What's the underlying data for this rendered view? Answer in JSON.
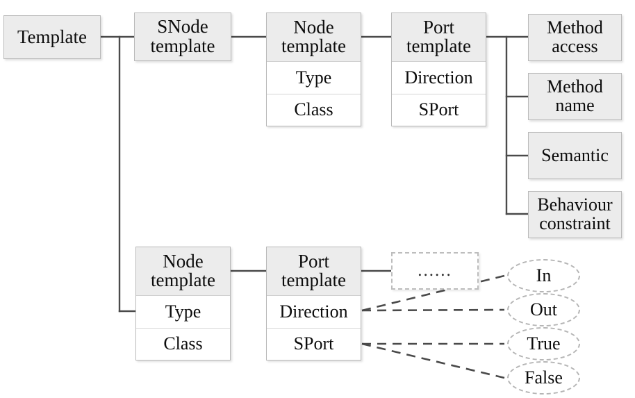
{
  "diagram": {
    "title": "Template structure tree",
    "colors": {
      "box_fill": "#ececec",
      "cell_fill": "#ffffff",
      "border": "#b9b9b9",
      "line": "#4a4a4a",
      "dashed": "#bdbdbd",
      "text": "#0c0c0c"
    },
    "root": {
      "label": "Template"
    },
    "snode": {
      "label": "SNode\ntemplate"
    },
    "node_template_top": {
      "header": "Node\ntemplate",
      "rows": [
        "Type",
        "Class"
      ]
    },
    "port_template_top": {
      "header": "Port\ntemplate",
      "rows": [
        "Direction",
        "SPort"
      ]
    },
    "attributes": [
      {
        "label": "Method\naccess"
      },
      {
        "label": "Method\nname"
      },
      {
        "label": "Semantic"
      },
      {
        "label": "Behaviour\nconstraint"
      }
    ],
    "node_template_bottom": {
      "header": "Node\ntemplate",
      "rows": [
        "Type",
        "Class"
      ]
    },
    "port_template_bottom": {
      "header": "Port\ntemplate",
      "rows": [
        "Direction",
        "SPort"
      ]
    },
    "ellipsis_box": {
      "label": "......"
    },
    "values": [
      {
        "label": "In",
        "from": "Direction"
      },
      {
        "label": "Out",
        "from": "Direction"
      },
      {
        "label": "True",
        "from": "SPort"
      },
      {
        "label": "False",
        "from": "SPort"
      }
    ]
  }
}
